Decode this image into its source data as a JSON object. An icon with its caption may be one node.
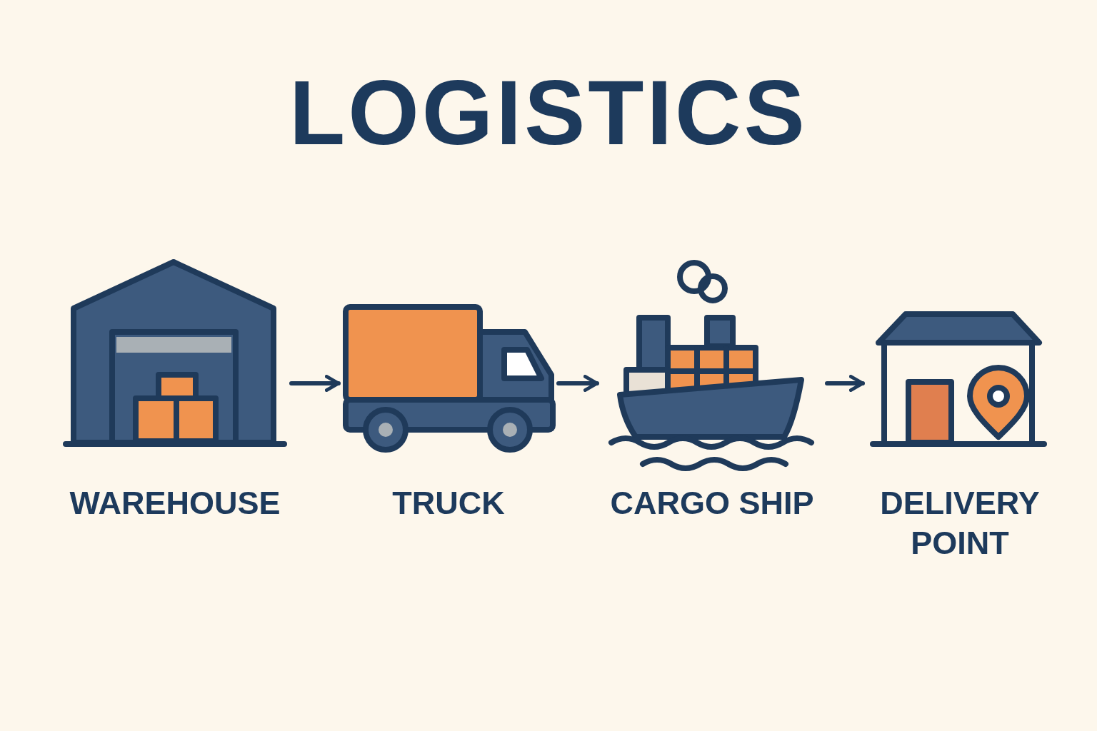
{
  "diagram": {
    "title": "LOGISTICS",
    "nodes": [
      {
        "text": [
          "WAREHOUSE"
        ]
      },
      {
        "text": [
          "TRUCK"
        ]
      },
      {
        "text": [
          "CARGO SHIP"
        ]
      },
      {
        "text": [
          "DELIVERY POINT"
        ]
      }
    ],
    "edges": [
      {
        "from": 0,
        "to": 1,
        "arrow": "to"
      },
      {
        "from": 1,
        "to": 2,
        "arrow": "to"
      },
      {
        "from": 2,
        "to": 3,
        "arrow": "to"
      }
    ]
  }
}
